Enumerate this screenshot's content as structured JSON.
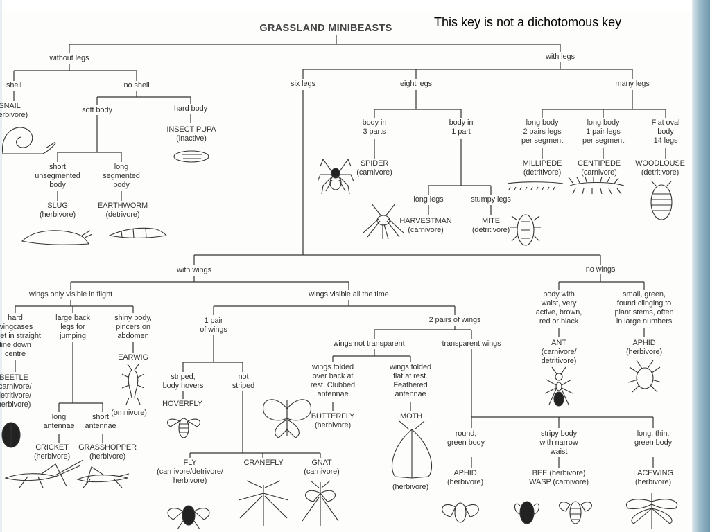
{
  "note": "This key is not a dichotomous key",
  "title": "GRASSLAND MINIBEASTS",
  "nodes": {
    "without_legs": "without legs",
    "with_legs": "with legs",
    "shell": "shell",
    "no_shell": "no shell",
    "snail": "SNAIL\n(herbivore)",
    "soft_body": "soft body",
    "hard_body": "hard body",
    "insect_pupa": "INSECT PUPA\n(inactive)",
    "short_unseg": "short\nunsegmented\nbody",
    "long_seg": "long\nsegmented\nbody",
    "slug": "SLUG\n(herbivore)",
    "earthworm": "EARTHWORM\n(detrivore)",
    "six_legs": "six legs",
    "eight_legs": "eight legs",
    "many_legs": "many legs",
    "body3": "body in\n3 parts",
    "body1": "body in\n1 part",
    "spider": "SPIDER\n(carnivore)",
    "long_legs": "long legs",
    "stumpy_legs": "stumpy legs",
    "harvestman": "HARVESTMAN\n(carnivore)",
    "mite": "MITE\n(detritivore)",
    "millipede_desc": "long body\n2 pairs legs\nper segment",
    "centipede_desc": "long body\n1 pair legs\nper segment",
    "woodlouse_desc": "Flat oval\nbody\n14 legs",
    "millipede": "MILLIPEDE\n(detritivore)",
    "centipede": "CENTIPEDE\n(carnivore)",
    "woodlouse": "WOODLOUSE\n(detritivore)",
    "with_wings": "with wings",
    "no_wings": "no wings",
    "wings_flight": "wings only visible in flight",
    "wings_visible": "wings visible all the time",
    "hard_wingcases": "hard\nwingcases\nmeet in straight\nline down\ncentre",
    "large_back_legs": "large back\nlegs for\njumping",
    "shiny_body": "shiny body,\npincers on\nabdomen",
    "earwig": "EARWIG",
    "omnivore": "(omnivore)",
    "beetle": "BEETLE\n(carnivore/\ndetritivore/\nherbivore)",
    "long_antennae": "long\nantennae",
    "short_antennae": "short\nantennae",
    "cricket": "CRICKET\n(herbivore)",
    "grasshopper": "GRASSHOPPER\n(herbivore)",
    "one_pair": "1 pair\nof wings",
    "two_pairs": "2 pairs of wings",
    "striped": "striped,\nbody hovers",
    "not_striped": "not\nstriped",
    "hoverfly": "HOVERFLY",
    "fly": "FLY\n(carnivore/detrivore/\nherbivore)",
    "cranefly": "CRANEFLY",
    "gnat": "GNAT\n(carnivore)",
    "wings_not_transparent": "wings not transparent",
    "transparent_wings": "transparent wings",
    "folded_back": "wings folded\nover back at\nrest. Clubbed\nantennae",
    "folded_flat": "wings folded\nflat at rest.\nFeathered\nantennae",
    "butterfly": "BUTTERFLY\n(herbivore)",
    "moth": "MOTH",
    "moth_diet": "(herbivore)",
    "round_green": "round,\ngreen body",
    "stripy": "stripy body\nwith narrow\nwaist",
    "long_thin": "long, thin,\ngreen body",
    "aphid2": "APHID\n(herbivore)",
    "bee_wasp": "BEE (herbivore)\nWASP (carnivore)",
    "lacewing": "LACEWING\n(herbivore)",
    "ant_desc": "body with\nwaist, very\nactive, brown,\nred or black",
    "aphid_desc": "small, green,\nfound clinging to\nplant stems, often\nin large numbers",
    "ant": "ANT\n(carnivore/\ndetritivore)",
    "aphid1": "APHID\n(herbivore)"
  }
}
